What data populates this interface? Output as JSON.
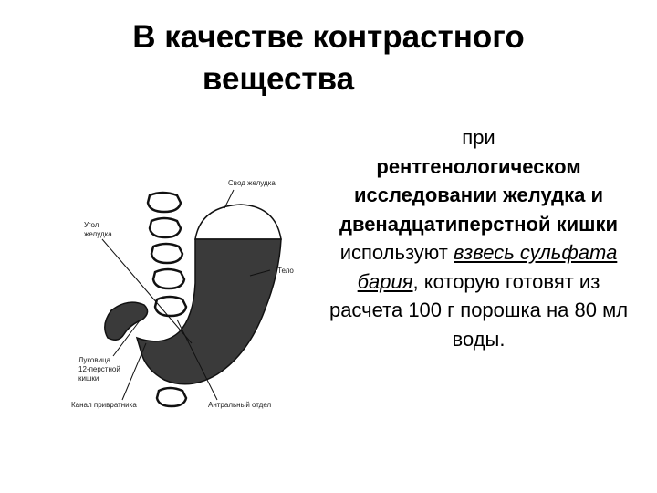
{
  "slide": {
    "title_line1": "В качестве контрастного",
    "title_line2": "вещества",
    "text": {
      "p1": "при",
      "p2": "рентгенологическом исследовании желудка и двенадцатиперстной кишки",
      "p3": " используют ",
      "p4": "взвесь сульфата бария",
      "p5": ", которую готовят из расчета 100 г порошка на 80 мл воды."
    }
  },
  "figure": {
    "labels": {
      "fundus": "Свод желудка",
      "angle": "Угол\nжелудка",
      "body": "Тело",
      "bulb": "Луковица\n12-перстной\nкишки",
      "pyloric_canal": "Канал привратника",
      "antral": "Антральный отдел"
    }
  }
}
